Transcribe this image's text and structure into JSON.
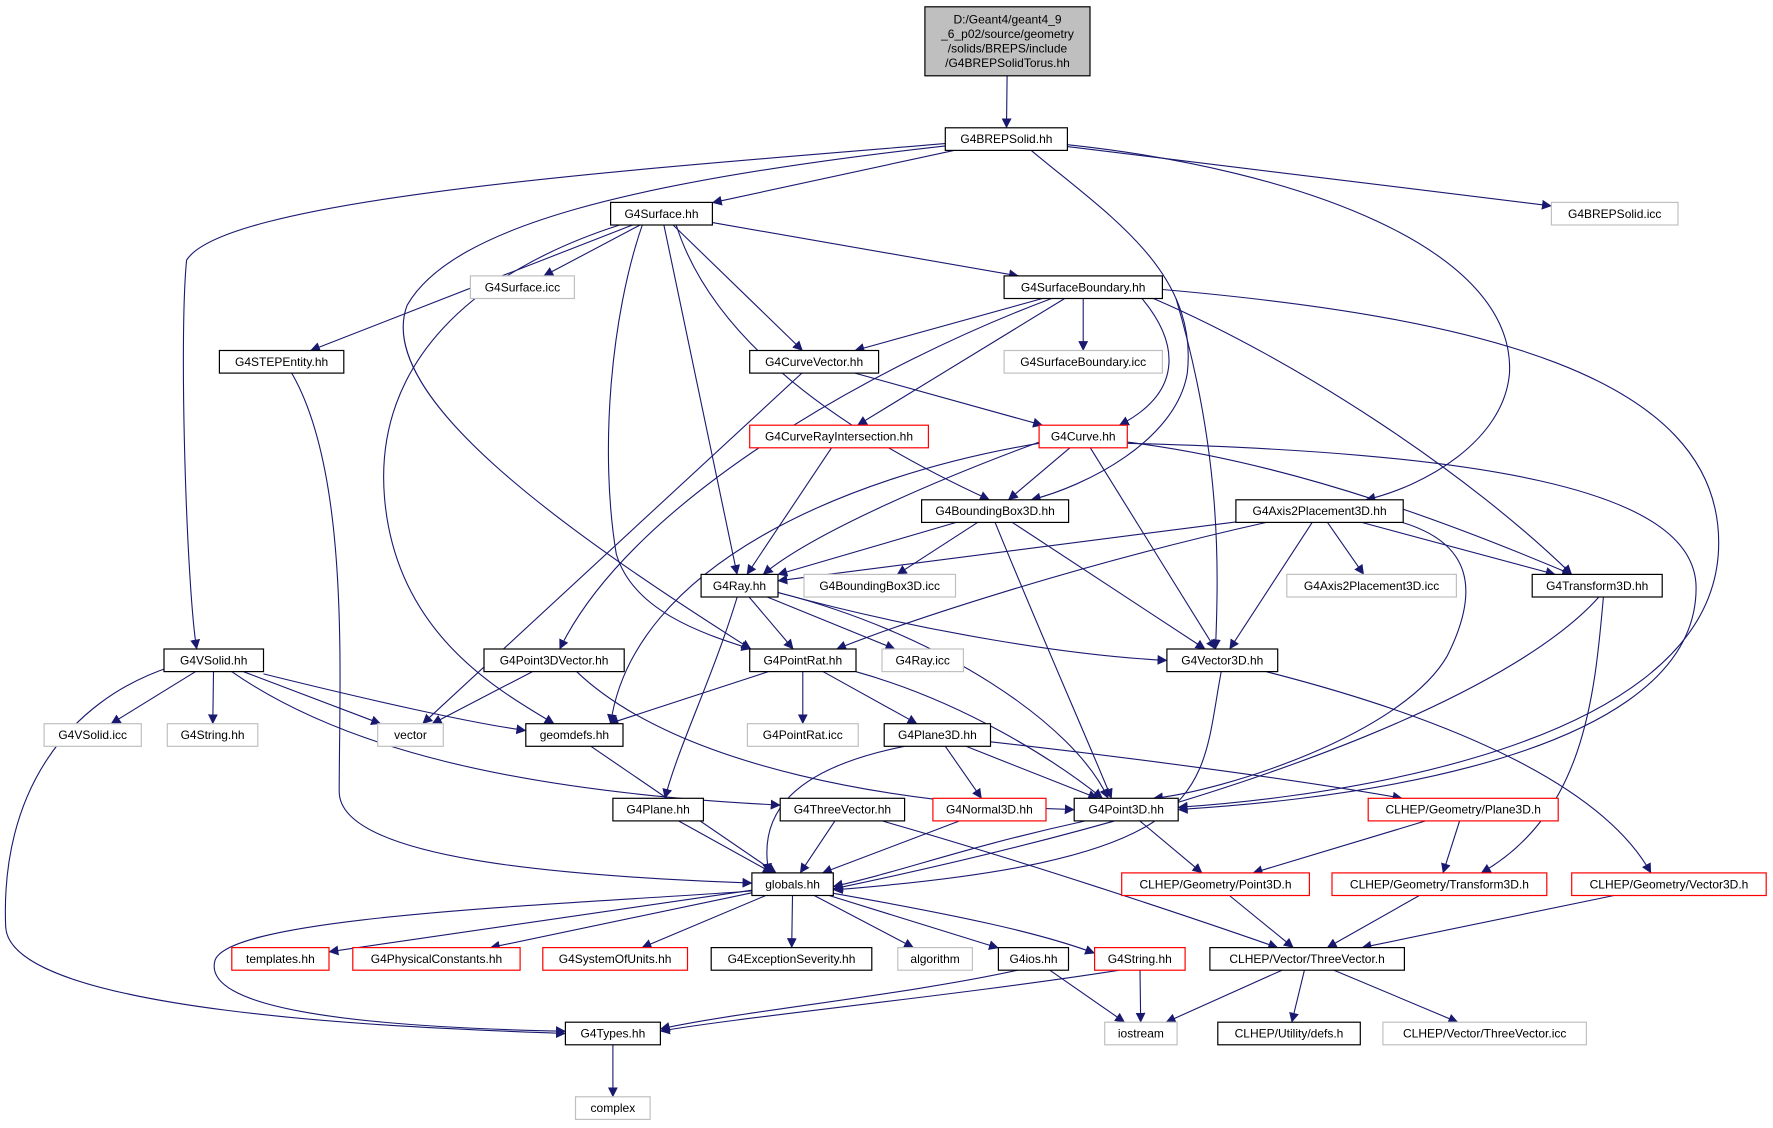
{
  "colors": {
    "edge": "#191970",
    "normal_border": "#000000",
    "missing_border": "#c0c0c0",
    "truncated_border": "#ff0000",
    "root_fill": "#bfbfbf",
    "node_fill": "#ffffff",
    "text": "#000000"
  },
  "nodes": [
    {
      "id": "root",
      "label": [
        "D:/Geant4/geant4_9",
        "_6_p02/source/geometry",
        "/solids/BREPS/include",
        "/G4BREPSolidTorus.hh"
      ],
      "style": "root"
    },
    {
      "id": "brepsolid",
      "label": [
        "G4BREPSolid.hh"
      ],
      "style": "normal"
    },
    {
      "id": "surface",
      "label": [
        "G4Surface.hh"
      ],
      "style": "normal"
    },
    {
      "id": "brepsolidicc",
      "label": [
        "G4BREPSolid.icc"
      ],
      "style": "missing"
    },
    {
      "id": "surfaceicc",
      "label": [
        "G4Surface.icc"
      ],
      "style": "missing"
    },
    {
      "id": "surfbound",
      "label": [
        "G4SurfaceBoundary.hh"
      ],
      "style": "normal"
    },
    {
      "id": "stepentity",
      "label": [
        "G4STEPEntity.hh"
      ],
      "style": "normal"
    },
    {
      "id": "curvevector",
      "label": [
        "G4CurveVector.hh"
      ],
      "style": "normal"
    },
    {
      "id": "surfboundicc",
      "label": [
        "G4SurfaceBoundary.icc"
      ],
      "style": "missing"
    },
    {
      "id": "curverayint",
      "label": [
        "G4CurveRayIntersection.hh"
      ],
      "style": "truncated"
    },
    {
      "id": "curve",
      "label": [
        "G4Curve.hh"
      ],
      "style": "truncated"
    },
    {
      "id": "bbox3d",
      "label": [
        "G4BoundingBox3D.hh"
      ],
      "style": "normal"
    },
    {
      "id": "axis2",
      "label": [
        "G4Axis2Placement3D.hh"
      ],
      "style": "normal"
    },
    {
      "id": "ray",
      "label": [
        "G4Ray.hh"
      ],
      "style": "normal"
    },
    {
      "id": "bboxicc",
      "label": [
        "G4BoundingBox3D.icc"
      ],
      "style": "missing"
    },
    {
      "id": "axis2icc",
      "label": [
        "G4Axis2Placement3D.icc"
      ],
      "style": "missing"
    },
    {
      "id": "transform3d",
      "label": [
        "G4Transform3D.hh"
      ],
      "style": "normal"
    },
    {
      "id": "vsolid",
      "label": [
        "G4VSolid.hh"
      ],
      "style": "normal"
    },
    {
      "id": "point3dvector",
      "label": [
        "G4Point3DVector.hh"
      ],
      "style": "normal"
    },
    {
      "id": "pointrat",
      "label": [
        "G4PointRat.hh"
      ],
      "style": "normal"
    },
    {
      "id": "rayicc",
      "label": [
        "G4Ray.icc"
      ],
      "style": "missing"
    },
    {
      "id": "vector3d",
      "label": [
        "G4Vector3D.hh"
      ],
      "style": "normal"
    },
    {
      "id": "vsolidicc",
      "label": [
        "G4VSolid.icc"
      ],
      "style": "missing"
    },
    {
      "id": "g4string_missing",
      "label": [
        "G4String.hh"
      ],
      "style": "missing"
    },
    {
      "id": "vector",
      "label": [
        "vector"
      ],
      "style": "missing"
    },
    {
      "id": "geomdefs",
      "label": [
        "geomdefs.hh"
      ],
      "style": "normal"
    },
    {
      "id": "pointraticc",
      "label": [
        "G4PointRat.icc"
      ],
      "style": "missing"
    },
    {
      "id": "plane3d",
      "label": [
        "G4Plane3D.hh"
      ],
      "style": "normal"
    },
    {
      "id": "plane",
      "label": [
        "G4Plane.hh"
      ],
      "style": "normal"
    },
    {
      "id": "threevector",
      "label": [
        "G4ThreeVector.hh"
      ],
      "style": "normal"
    },
    {
      "id": "normal3d",
      "label": [
        "G4Normal3D.hh"
      ],
      "style": "truncated"
    },
    {
      "id": "point3d",
      "label": [
        "G4Point3D.hh"
      ],
      "style": "normal"
    },
    {
      "id": "clhepplane3d",
      "label": [
        "CLHEP/Geometry/Plane3D.h"
      ],
      "style": "truncated"
    },
    {
      "id": "globals",
      "label": [
        "globals.hh"
      ],
      "style": "normal"
    },
    {
      "id": "clheppoint3d",
      "label": [
        "CLHEP/Geometry/Point3D.h"
      ],
      "style": "truncated"
    },
    {
      "id": "clheptransform3d",
      "label": [
        "CLHEP/Geometry/Transform3D.h"
      ],
      "style": "truncated"
    },
    {
      "id": "clhepvector3d",
      "label": [
        "CLHEP/Geometry/Vector3D.h"
      ],
      "style": "truncated"
    },
    {
      "id": "templates",
      "label": [
        "templates.hh"
      ],
      "style": "truncated"
    },
    {
      "id": "physconst",
      "label": [
        "G4PhysicalConstants.hh"
      ],
      "style": "truncated"
    },
    {
      "id": "sysunits",
      "label": [
        "G4SystemOfUnits.hh"
      ],
      "style": "truncated"
    },
    {
      "id": "exceptsev",
      "label": [
        "G4ExceptionSeverity.hh"
      ],
      "style": "normal"
    },
    {
      "id": "algorithm",
      "label": [
        "algorithm"
      ],
      "style": "missing"
    },
    {
      "id": "g4ios",
      "label": [
        "G4ios.hh"
      ],
      "style": "normal"
    },
    {
      "id": "g4string",
      "label": [
        "G4String.hh"
      ],
      "style": "truncated"
    },
    {
      "id": "clhepthreevector",
      "label": [
        "CLHEP/Vector/ThreeVector.h"
      ],
      "style": "normal"
    },
    {
      "id": "types",
      "label": [
        "G4Types.hh"
      ],
      "style": "normal"
    },
    {
      "id": "iostream",
      "label": [
        "iostream"
      ],
      "style": "missing"
    },
    {
      "id": "clhepdefs",
      "label": [
        "CLHEP/Utility/defs.h"
      ],
      "style": "normal"
    },
    {
      "id": "clhepthreevectoricc",
      "label": [
        "CLHEP/Vector/ThreeVector.icc"
      ],
      "style": "missing"
    },
    {
      "id": "complex",
      "label": [
        "complex"
      ],
      "style": "missing"
    }
  ],
  "edges": [
    [
      "root",
      "brepsolid"
    ],
    [
      "brepsolid",
      "surface"
    ],
    [
      "brepsolid",
      "brepsolidicc"
    ],
    [
      "brepsolid",
      "vsolid"
    ],
    [
      "brepsolid",
      "pointrat"
    ],
    [
      "brepsolid",
      "bbox3d"
    ],
    [
      "brepsolid",
      "axis2"
    ],
    [
      "surface",
      "surfaceicc"
    ],
    [
      "surface",
      "surfbound"
    ],
    [
      "surface",
      "stepentity"
    ],
    [
      "surface",
      "curvevector"
    ],
    [
      "surface",
      "ray"
    ],
    [
      "surface",
      "bbox3d"
    ],
    [
      "surface",
      "pointrat"
    ],
    [
      "surface",
      "geomdefs"
    ],
    [
      "surfbound",
      "surfboundicc"
    ],
    [
      "surfbound",
      "curvevector"
    ],
    [
      "surfbound",
      "curverayint"
    ],
    [
      "surfbound",
      "curve"
    ],
    [
      "surfbound",
      "point3dvector"
    ],
    [
      "surfbound",
      "vector3d"
    ],
    [
      "surfbound",
      "transform3d"
    ],
    [
      "surfbound",
      "point3d"
    ],
    [
      "stepentity",
      "globals"
    ],
    [
      "curvevector",
      "curve"
    ],
    [
      "curvevector",
      "vector"
    ],
    [
      "curverayint",
      "ray"
    ],
    [
      "curve",
      "bbox3d"
    ],
    [
      "curve",
      "ray"
    ],
    [
      "curve",
      "vector3d"
    ],
    [
      "curve",
      "transform3d"
    ],
    [
      "curve",
      "point3d"
    ],
    [
      "curve",
      "geomdefs"
    ],
    [
      "bbox3d",
      "ray"
    ],
    [
      "bbox3d",
      "bboxicc"
    ],
    [
      "bbox3d",
      "vector3d"
    ],
    [
      "bbox3d",
      "point3d"
    ],
    [
      "axis2",
      "axis2icc"
    ],
    [
      "axis2",
      "transform3d"
    ],
    [
      "axis2",
      "vector3d"
    ],
    [
      "axis2",
      "ray"
    ],
    [
      "axis2",
      "pointrat"
    ],
    [
      "axis2",
      "point3d"
    ],
    [
      "ray",
      "rayicc"
    ],
    [
      "ray",
      "pointrat"
    ],
    [
      "ray",
      "vector3d"
    ],
    [
      "ray",
      "plane"
    ],
    [
      "ray",
      "point3d"
    ],
    [
      "transform3d",
      "clheptransform3d"
    ],
    [
      "transform3d",
      "globals"
    ],
    [
      "vsolid",
      "vsolidicc"
    ],
    [
      "vsolid",
      "g4string_missing"
    ],
    [
      "vsolid",
      "vector"
    ],
    [
      "vsolid",
      "geomdefs"
    ],
    [
      "vsolid",
      "threevector"
    ],
    [
      "vsolid",
      "types"
    ],
    [
      "point3dvector",
      "vector"
    ],
    [
      "point3dvector",
      "point3d"
    ],
    [
      "pointrat",
      "pointraticc"
    ],
    [
      "pointrat",
      "plane3d"
    ],
    [
      "pointrat",
      "geomdefs"
    ],
    [
      "pointrat",
      "point3d"
    ],
    [
      "vector3d",
      "clhepvector3d"
    ],
    [
      "vector3d",
      "globals"
    ],
    [
      "geomdefs",
      "globals"
    ],
    [
      "plane3d",
      "normal3d"
    ],
    [
      "plane3d",
      "point3d"
    ],
    [
      "plane3d",
      "clhepplane3d"
    ],
    [
      "plane3d",
      "globals"
    ],
    [
      "plane",
      "globals"
    ],
    [
      "threevector",
      "globals"
    ],
    [
      "threevector",
      "clhepthreevector"
    ],
    [
      "normal3d",
      "globals"
    ],
    [
      "point3d",
      "globals"
    ],
    [
      "point3d",
      "clheppoint3d"
    ],
    [
      "clhepplane3d",
      "clheppoint3d"
    ],
    [
      "clhepplane3d",
      "clheptransform3d"
    ],
    [
      "clheppoint3d",
      "clhepthreevector"
    ],
    [
      "clheptransform3d",
      "clhepthreevector"
    ],
    [
      "clhepvector3d",
      "clhepthreevector"
    ],
    [
      "globals",
      "templates"
    ],
    [
      "globals",
      "physconst"
    ],
    [
      "globals",
      "sysunits"
    ],
    [
      "globals",
      "exceptsev"
    ],
    [
      "globals",
      "algorithm"
    ],
    [
      "globals",
      "g4ios"
    ],
    [
      "globals",
      "g4string"
    ],
    [
      "globals",
      "types"
    ],
    [
      "g4ios",
      "types"
    ],
    [
      "g4ios",
      "iostream"
    ],
    [
      "g4string",
      "types"
    ],
    [
      "g4string",
      "iostream"
    ],
    [
      "clhepthreevector",
      "iostream"
    ],
    [
      "clhepthreevector",
      "clhepdefs"
    ],
    [
      "clhepthreevector",
      "clhepthreevectoricc"
    ],
    [
      "types",
      "complex"
    ]
  ]
}
